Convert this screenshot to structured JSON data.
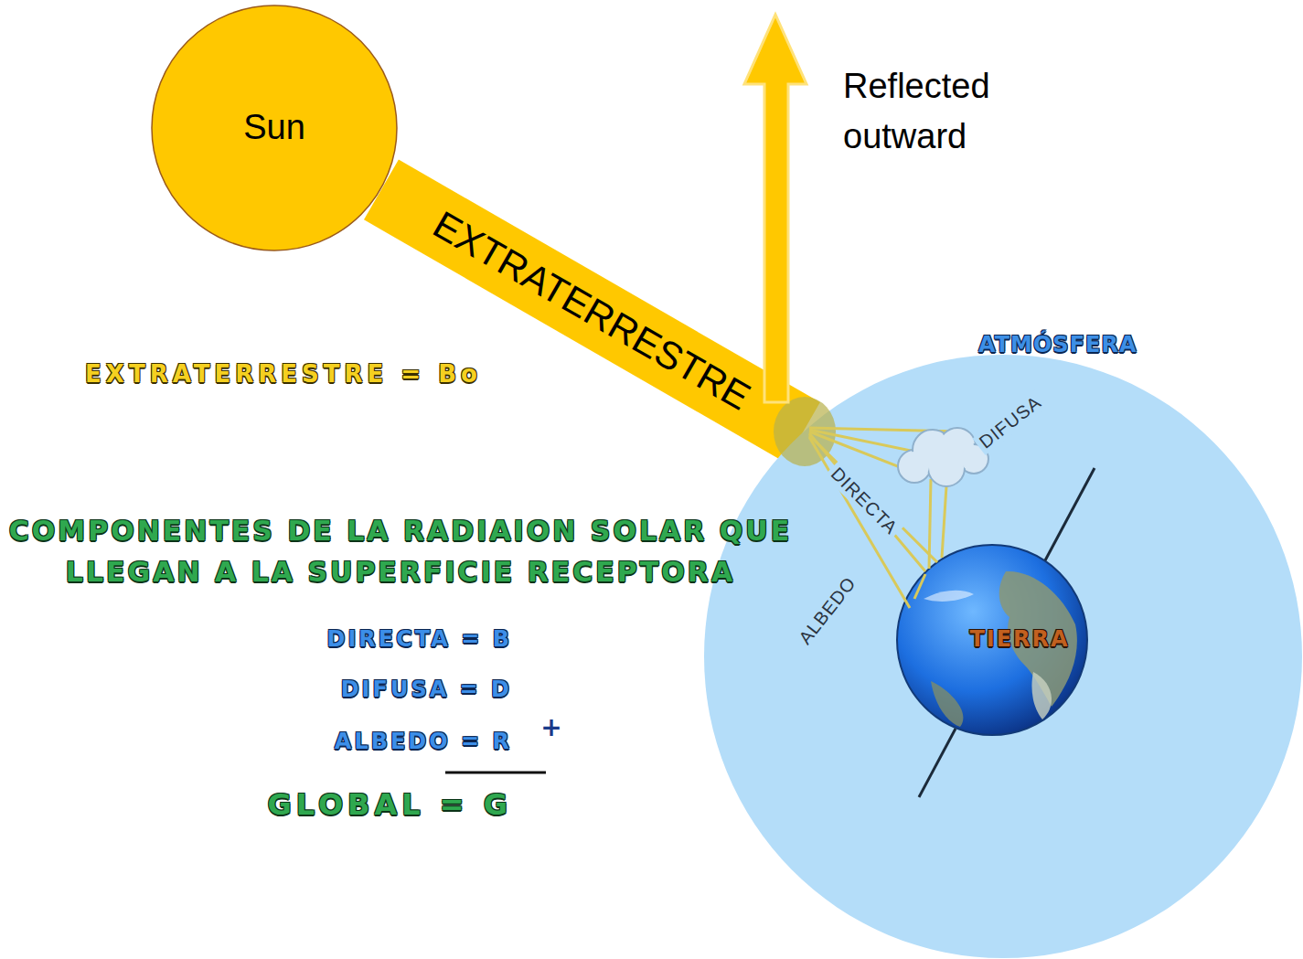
{
  "diagram": {
    "title": "COMPONENTES DE LA RADIAION SOLAR QUE LLEGAN A LA SUPERFICIE RECEPTORA",
    "nodes": [
      {
        "text": [
          "Sun"
        ]
      },
      {
        "text": [
          "ATMÓSFERA"
        ]
      },
      {
        "text": [
          "TIERRA"
        ],
        "in": 1
      }
    ],
    "edges": [
      {
        "from": 0,
        "to": 1,
        "label": "EXTRATERRESTRE",
        "arrow": "none"
      }
    ],
    "labels": [
      "Reflected outward",
      "EXTRATERRESTRE = Bo",
      "DIRECTA",
      "DIFUSA",
      "ALBEDO",
      "DIRECTA = B",
      "DIFUSA = D",
      "ALBEDO = R",
      "+",
      "GLOBAL = G"
    ]
  }
}
